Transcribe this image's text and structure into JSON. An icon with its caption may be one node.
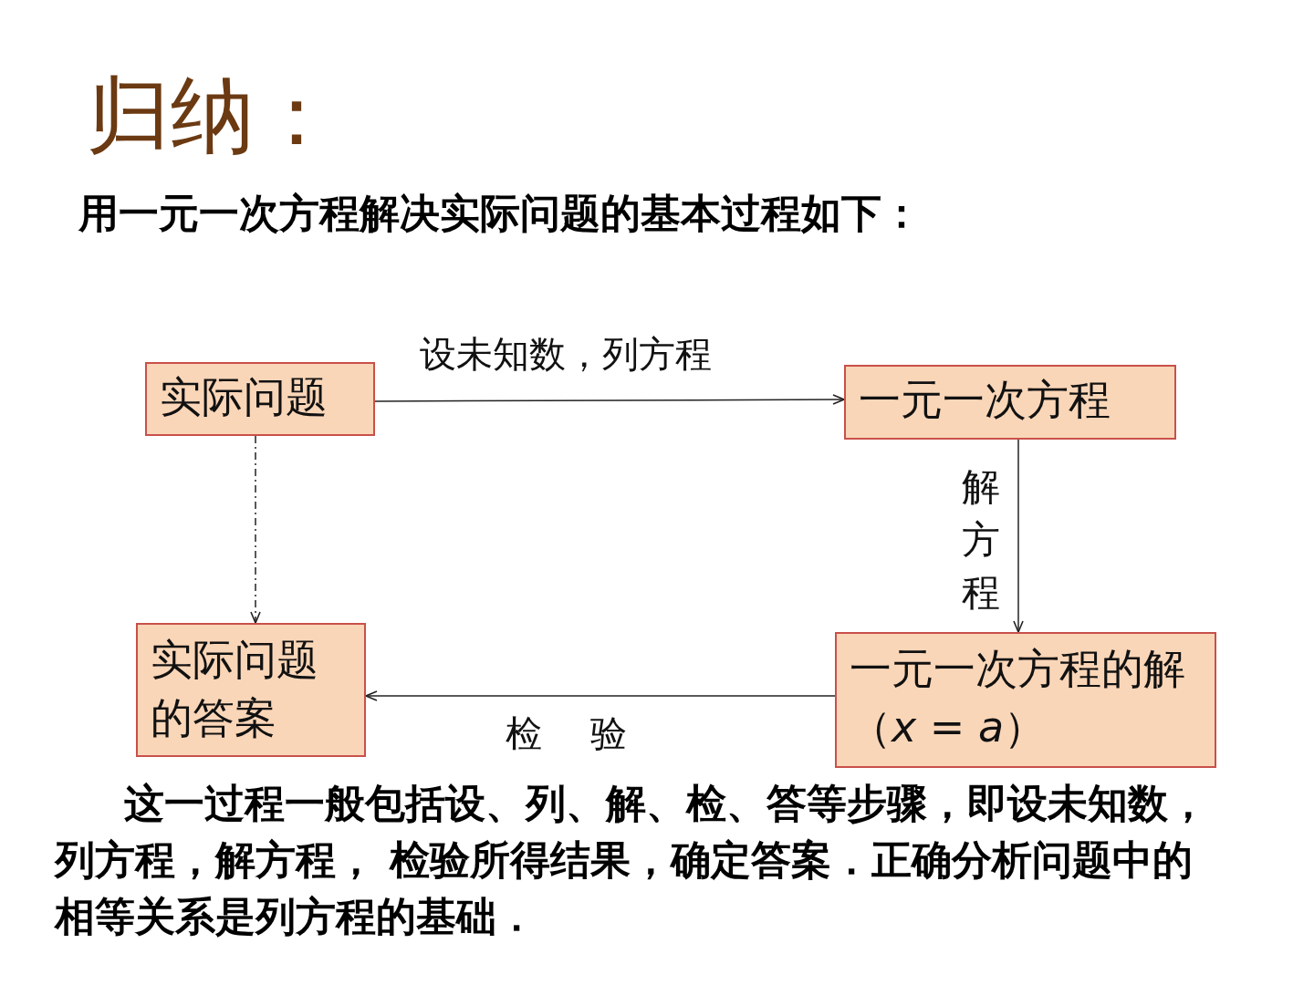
{
  "diagram": {
    "title": "归纳：",
    "nodes": [
      {
        "text": [
          "实际问题"
        ]
      },
      {
        "text": [
          "一元一次方程"
        ]
      },
      {
        "text": [
          "实际问题的答案"
        ]
      },
      {
        "text": [
          "一元一次方程的解（*x* = *a*）"
        ]
      }
    ],
    "edges": [
      {
        "from": 0,
        "to": 1,
        "arrow": "to",
        "label": "设未知数，列方程"
      },
      {
        "from": 1,
        "to": 3,
        "arrow": "to",
        "label": "解方程"
      },
      {
        "from": 3,
        "to": 2,
        "arrow": "to",
        "label": "检 验"
      },
      {
        "from": 0,
        "to": 2,
        "arrow": "to",
        "style": "dashed"
      }
    ],
    "labels": [
      "用一元一次方程解决实际问题的基本过程如下：",
      "这一过程一般包括设、列、解、检、答等步骤，即设未知数，列方程，解方程， 检验所得结果，确定答案．正确分析问题中的相等关系是列方程的基础．"
    ]
  }
}
